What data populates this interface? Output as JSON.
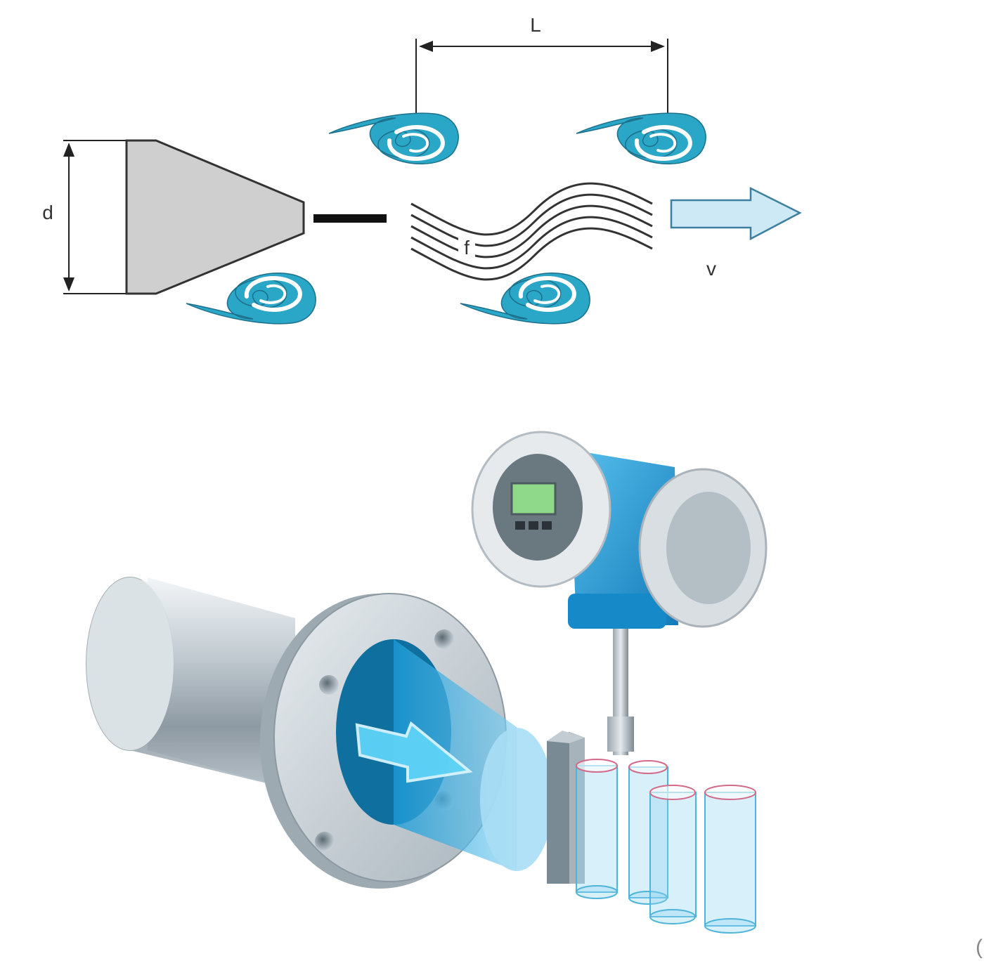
{
  "labels": {
    "length": "L",
    "diameter": "d",
    "frequency": "f",
    "velocity": "v"
  },
  "colors": {
    "vortex": "#2aa6c7",
    "bluff_body": "#cfcfcf",
    "flow_arrow": "#cde9f5",
    "transmitter": "#1f97d4",
    "pipe": "#b8c3cb"
  },
  "icons": {
    "vortex": "swirl-icon",
    "flow": "arrow-right-icon"
  }
}
